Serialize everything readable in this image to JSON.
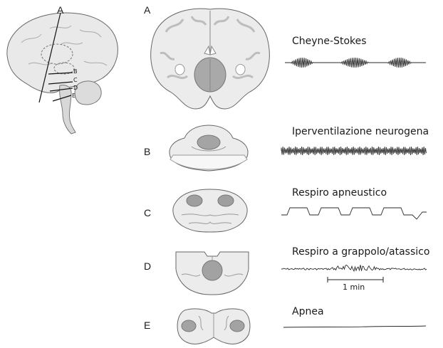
{
  "levels": {
    "side_view": {
      "a": "A",
      "b": "B",
      "c": "C",
      "d": "D",
      "e": "E"
    },
    "sections": [
      "A",
      "B",
      "C",
      "D",
      "E"
    ]
  },
  "patterns": [
    "Cheyne-Stokes",
    "Iperventilazione neurogena",
    "Respiro apneustico",
    "Respiro a grappolo/atassico",
    "Apnea"
  ],
  "scale": {
    "label": "1 min"
  }
}
